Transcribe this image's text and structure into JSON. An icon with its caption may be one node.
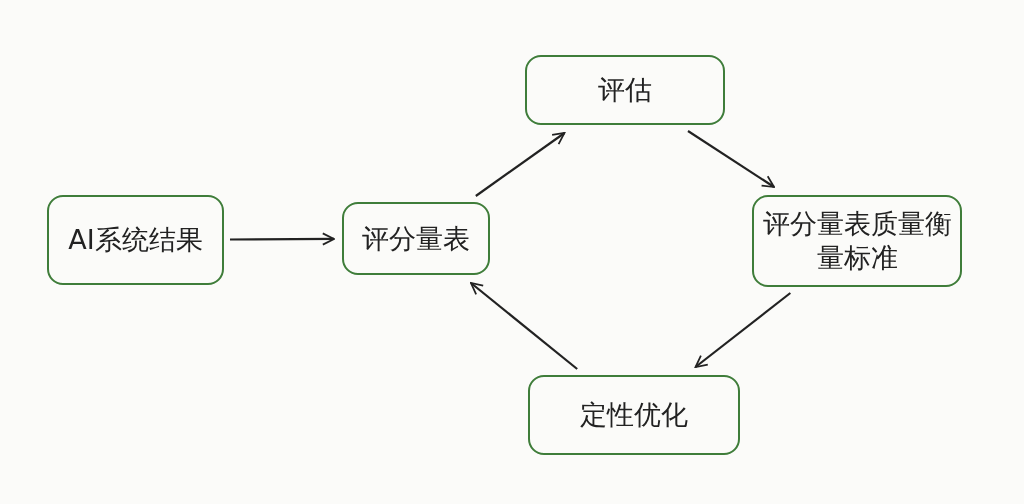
{
  "diagram": {
    "nodes": [
      {
        "text": [
          "AI系统结果"
        ]
      },
      {
        "text": [
          "评分量表"
        ]
      },
      {
        "text": [
          "评估"
        ]
      },
      {
        "text": [
          "评分量表质量衡量标准"
        ]
      },
      {
        "text": [
          "定性优化"
        ]
      }
    ],
    "edges": [
      {
        "from": 0,
        "to": 1,
        "arrow": "to"
      },
      {
        "from": 1,
        "to": 2,
        "arrow": "to"
      },
      {
        "from": 2,
        "to": 3,
        "arrow": "to"
      },
      {
        "from": 3,
        "to": 4,
        "arrow": "to"
      },
      {
        "from": 4,
        "to": 1,
        "arrow": "to"
      }
    ]
  }
}
